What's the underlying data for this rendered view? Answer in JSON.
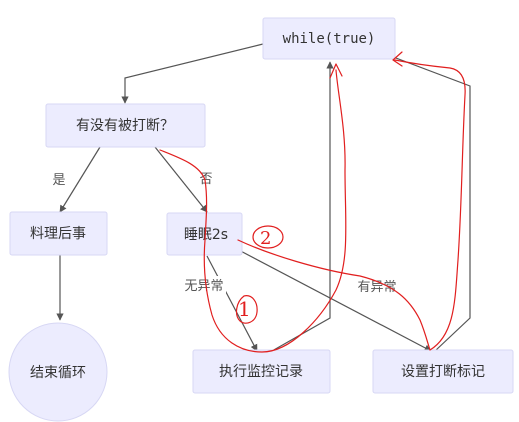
{
  "nodes": {
    "while_loop": "while(true)",
    "check_interrupt": "有没有被打断？",
    "handle_aftermath": "料理后事",
    "sleep": "睡眠2s",
    "end_loop": "结束循环",
    "record": "执行监控记录",
    "set_flag": "设置打断标记"
  },
  "edge_labels": {
    "yes": "是",
    "no": "否",
    "no_exception": "无异常",
    "has_exception": "有异常"
  },
  "annotations": {
    "path_1": "1",
    "path_2": "2"
  },
  "colors": {
    "node_fill": "#ececfe",
    "node_stroke": "#d7d7f4",
    "edge": "#555555",
    "annotation": "#e11f1f"
  }
}
